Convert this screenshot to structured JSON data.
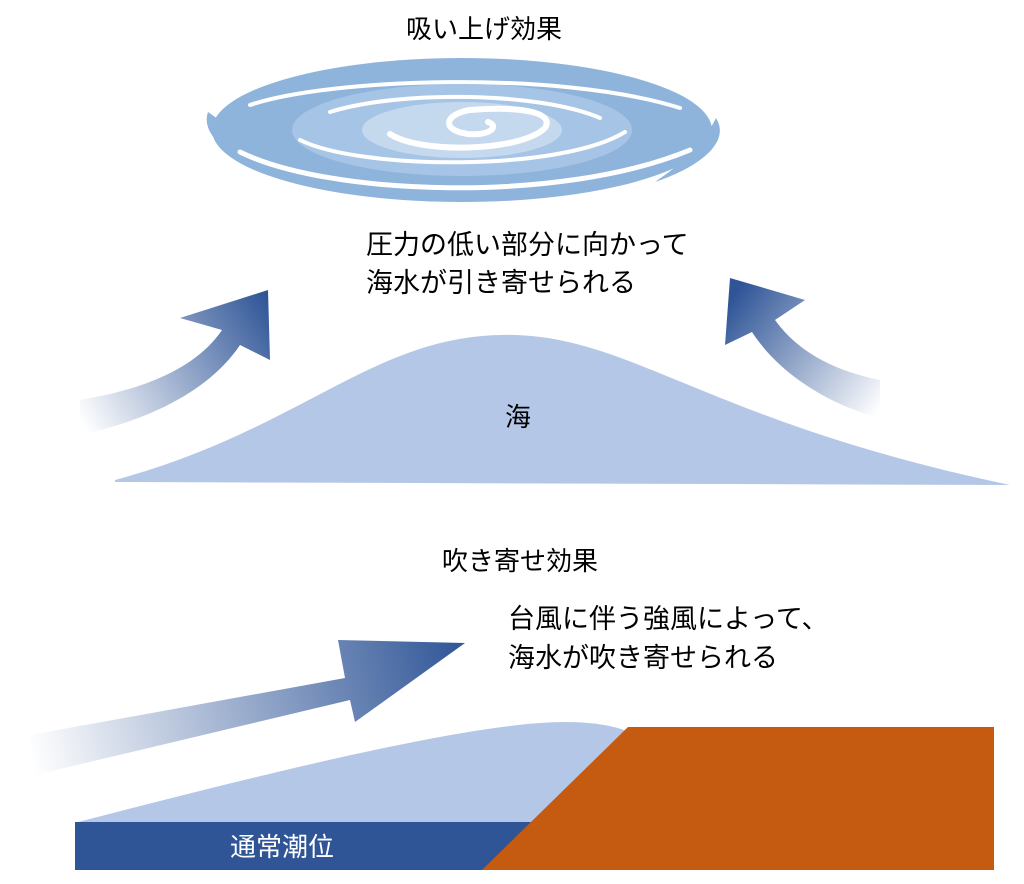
{
  "top_section": {
    "title": "吸い上げ効果",
    "description_lines": [
      "圧力の低い部分に向かって",
      "海水が引き寄せられる"
    ],
    "sea_label": "海"
  },
  "bottom_section": {
    "title": "吹き寄せ効果",
    "description_lines": [
      "台風に伴う強風によって、",
      "海水が吹き寄せられる"
    ],
    "tide_label": "通常潮位"
  },
  "colors": {
    "sea": "#b4c7e7",
    "tide_bar": "#2f5597",
    "land": "#c55a11",
    "arrow": "#2f5597",
    "vortex": "#8fb4dc",
    "vortex_light": "#b6d0ec",
    "text": "#000000",
    "tide_text": "#ffffff"
  },
  "icons": {
    "vortex": "typhoon-vortex-icon",
    "arrow": "wind-arrow-icon"
  }
}
